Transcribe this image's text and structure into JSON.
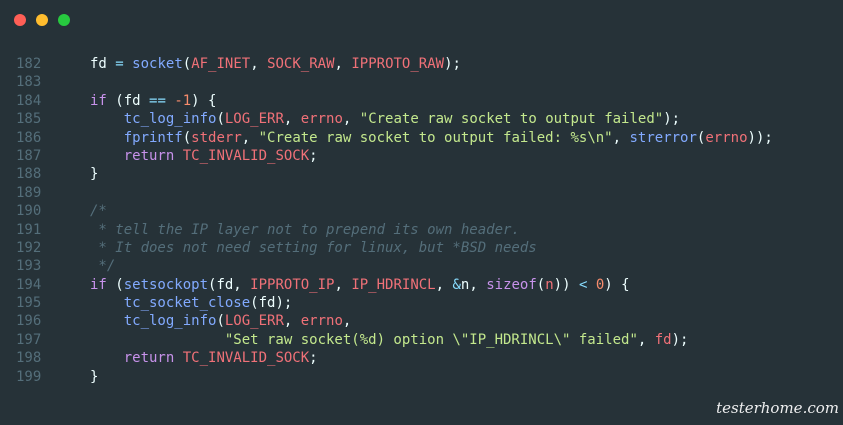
{
  "window": {
    "controls": {
      "close_color": "#ff5f56",
      "minimize_color": "#ffbd2e",
      "zoom_color": "#27c93f"
    }
  },
  "colors": {
    "background": "#263238",
    "keyword": "#c792ea",
    "function": "#82aaff",
    "macro": "#f07178",
    "string": "#c3e88d",
    "number": "#f78c6c",
    "operator": "#89ddff",
    "comment": "#546e7a",
    "text": "#eeffff"
  },
  "code": {
    "lines": [
      {
        "n": "182",
        "t": [
          [
            "fd ",
            ""
          ],
          [
            "=",
            "op"
          ],
          [
            " ",
            ""
          ],
          [
            "socket",
            "fn"
          ],
          [
            "(",
            ""
          ],
          [
            "AF_INET",
            "mac"
          ],
          [
            ", ",
            ""
          ],
          [
            "SOCK_RAW",
            "mac"
          ],
          [
            ", ",
            ""
          ],
          [
            "IPPROTO_RAW",
            "mac"
          ],
          [
            ");",
            ""
          ]
        ]
      },
      {
        "n": "183",
        "t": []
      },
      {
        "n": "184",
        "t": [
          [
            "if",
            "kw"
          ],
          [
            " (fd ",
            ""
          ],
          [
            "==",
            "op"
          ],
          [
            " ",
            ""
          ],
          [
            "-1",
            "num"
          ],
          [
            ") {",
            ""
          ]
        ]
      },
      {
        "n": "185",
        "t": [
          [
            "    ",
            ""
          ],
          [
            "tc_log_info",
            "fn"
          ],
          [
            "(",
            ""
          ],
          [
            "LOG_ERR",
            "mac"
          ],
          [
            ", ",
            ""
          ],
          [
            "errno",
            "mac"
          ],
          [
            ", ",
            ""
          ],
          [
            "\"Create raw socket to output failed\"",
            "str"
          ],
          [
            ");",
            ""
          ]
        ]
      },
      {
        "n": "186",
        "t": [
          [
            "    ",
            ""
          ],
          [
            "fprintf",
            "fn"
          ],
          [
            "(",
            ""
          ],
          [
            "stderr",
            "mac"
          ],
          [
            ", ",
            ""
          ],
          [
            "\"Create raw socket to output failed: %s\\n\"",
            "str"
          ],
          [
            ", ",
            ""
          ],
          [
            "strerror",
            "fn"
          ],
          [
            "(",
            ""
          ],
          [
            "errno",
            "mac"
          ],
          [
            "));",
            ""
          ]
        ]
      },
      {
        "n": "187",
        "t": [
          [
            "    ",
            ""
          ],
          [
            "return",
            "kw"
          ],
          [
            " ",
            ""
          ],
          [
            "TC_INVALID_SOCK",
            "mac"
          ],
          [
            ";",
            ""
          ]
        ]
      },
      {
        "n": "188",
        "t": [
          [
            "}",
            ""
          ]
        ]
      },
      {
        "n": "189",
        "t": []
      },
      {
        "n": "190",
        "t": [
          [
            "/*",
            "cm"
          ]
        ]
      },
      {
        "n": "191",
        "t": [
          [
            " * tell the IP layer not to prepend its own header.",
            "cm"
          ]
        ]
      },
      {
        "n": "192",
        "t": [
          [
            " * It does not need setting for linux, but *BSD needs",
            "cm"
          ]
        ]
      },
      {
        "n": "193",
        "t": [
          [
            " */",
            "cm"
          ]
        ]
      },
      {
        "n": "194",
        "t": [
          [
            "if",
            "kw"
          ],
          [
            " (",
            ""
          ],
          [
            "setsockopt",
            "fn"
          ],
          [
            "(fd, ",
            ""
          ],
          [
            "IPPROTO_IP",
            "mac"
          ],
          [
            ", ",
            ""
          ],
          [
            "IP_HDRINCL",
            "mac"
          ],
          [
            ", ",
            ""
          ],
          [
            "&",
            "op"
          ],
          [
            "n, ",
            ""
          ],
          [
            "sizeof",
            "kw"
          ],
          [
            "(",
            ""
          ],
          [
            "n",
            "mac"
          ],
          [
            ")) ",
            ""
          ],
          [
            "<",
            "op"
          ],
          [
            " ",
            ""
          ],
          [
            "0",
            "num"
          ],
          [
            ") {",
            ""
          ]
        ]
      },
      {
        "n": "195",
        "t": [
          [
            "    ",
            ""
          ],
          [
            "tc_socket_close",
            "fn"
          ],
          [
            "(fd);",
            ""
          ]
        ]
      },
      {
        "n": "196",
        "t": [
          [
            "    ",
            ""
          ],
          [
            "tc_log_info",
            "fn"
          ],
          [
            "(",
            ""
          ],
          [
            "LOG_ERR",
            "mac"
          ],
          [
            ", ",
            ""
          ],
          [
            "errno",
            "mac"
          ],
          [
            ",",
            ""
          ]
        ]
      },
      {
        "n": "197",
        "t": [
          [
            "                ",
            ""
          ],
          [
            "\"Set raw socket(%d) option \\\"IP_HDRINCL\\\" failed\"",
            "str"
          ],
          [
            ", ",
            ""
          ],
          [
            "fd",
            "mac"
          ],
          [
            ");",
            ""
          ]
        ]
      },
      {
        "n": "198",
        "t": [
          [
            "    ",
            ""
          ],
          [
            "return",
            "kw"
          ],
          [
            " ",
            ""
          ],
          [
            "TC_INVALID_SOCK",
            "mac"
          ],
          [
            ";",
            ""
          ]
        ]
      },
      {
        "n": "199",
        "t": [
          [
            "}",
            ""
          ]
        ]
      }
    ]
  },
  "watermark": "testerhome.com"
}
